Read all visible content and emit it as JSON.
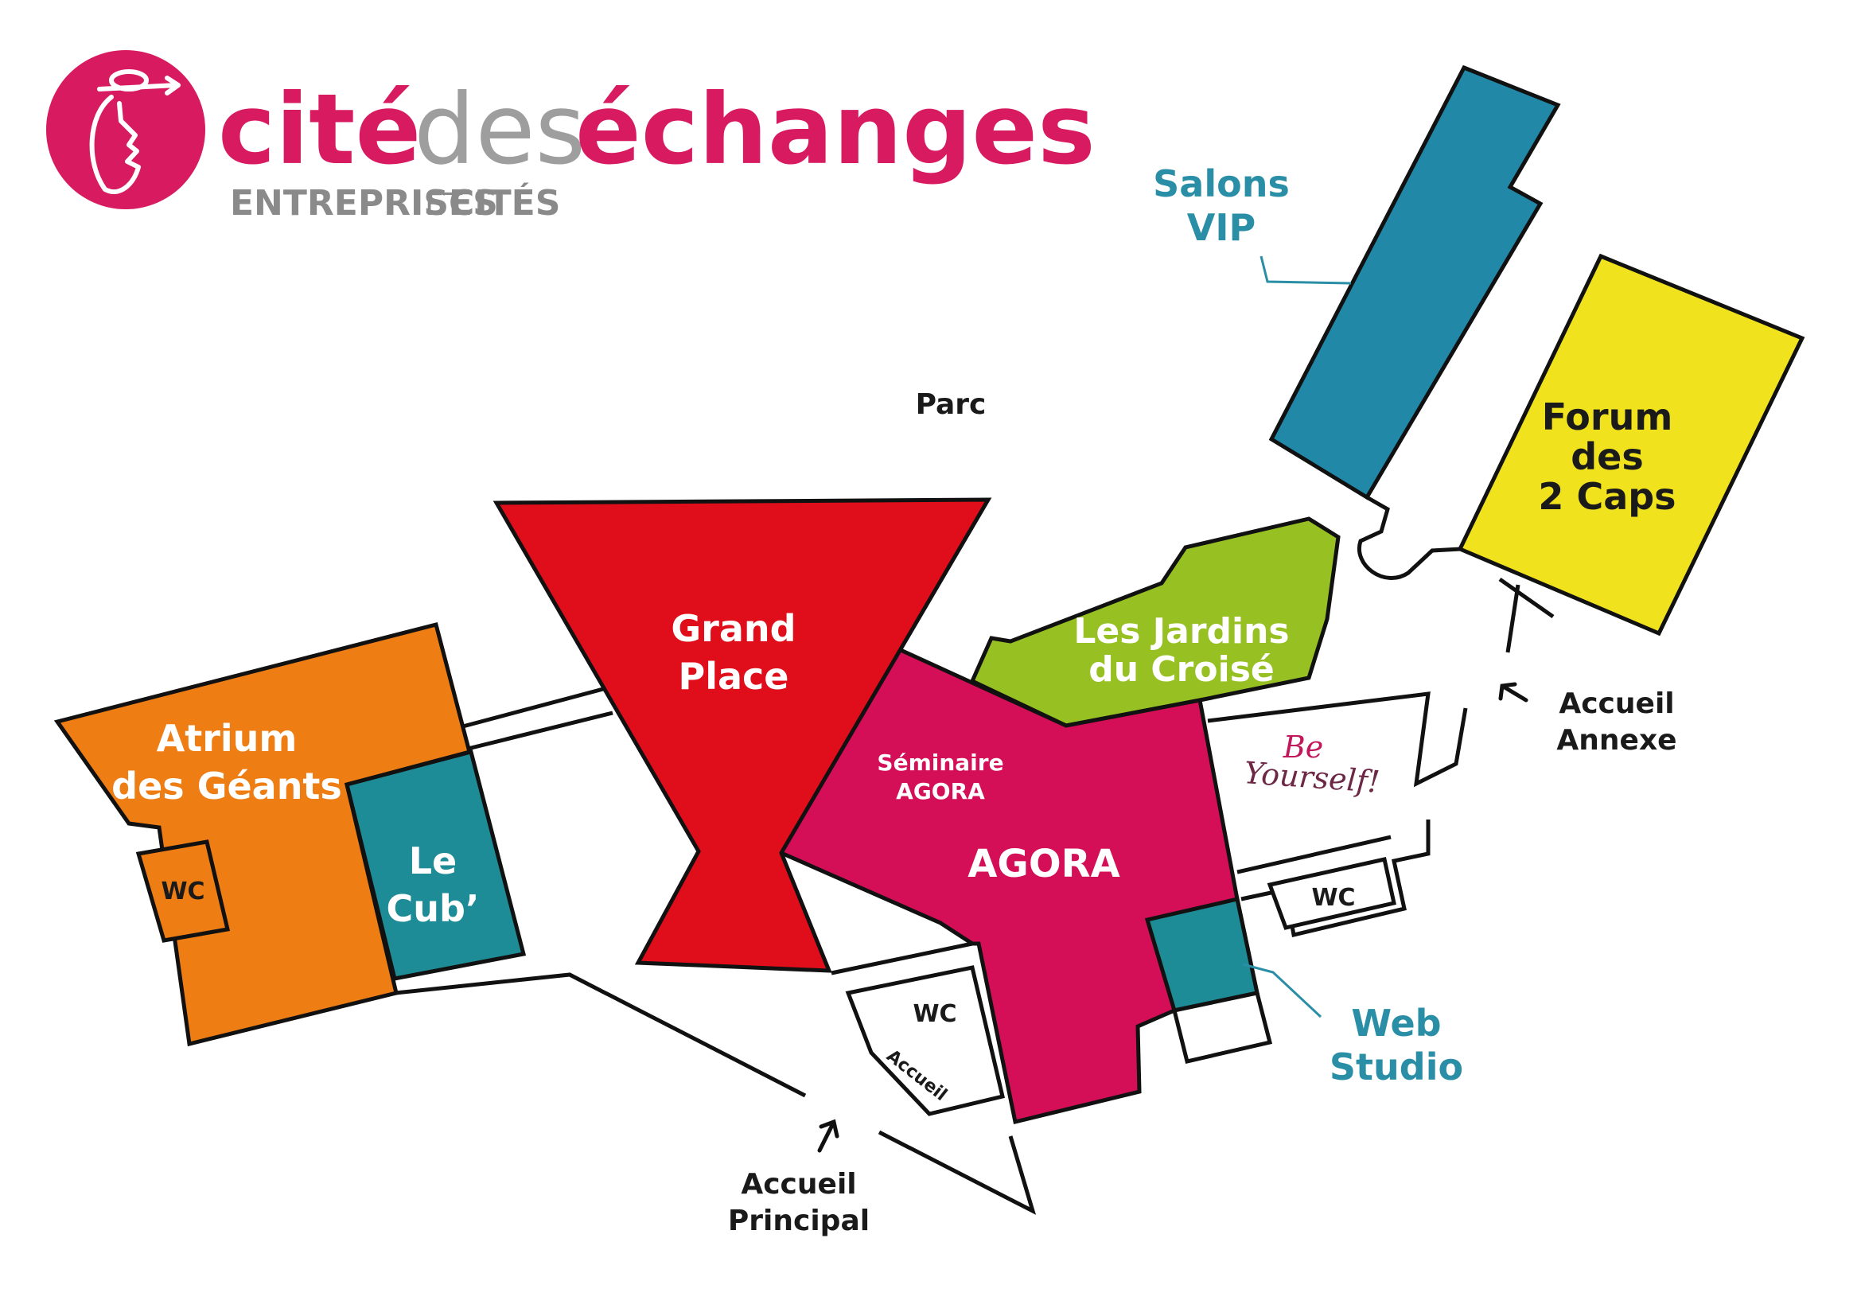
{
  "logo": {
    "word1": "cité",
    "word2": "des",
    "word3": "échanges",
    "tagline1": "ENTREPRISES",
    "tagline2": "ET",
    "tagline3": "CITÉS",
    "brand_color": "#d81b60",
    "grey_color": "#9e9e9e"
  },
  "rooms": {
    "atrium": {
      "line1": "Atrium",
      "line2": "des Géants",
      "color": "#ee7d14"
    },
    "lecub": {
      "line1": "Le",
      "line2": "Cub’",
      "color": "#1e8c96"
    },
    "grandplace": {
      "line1": "Grand",
      "line2": "Place",
      "color": "#e00d1a"
    },
    "agora": {
      "name": "AGORA",
      "color": "#d40f57"
    },
    "seminaire": {
      "line1": "Séminaire",
      "line2": "AGORA"
    },
    "jardins": {
      "line1": "Les Jardins",
      "line2": "du Croisé",
      "color": "#97c123"
    },
    "salons": {
      "line1": "Salons",
      "line2": "VIP",
      "color": "#2188a8"
    },
    "forum": {
      "line1": "Forum",
      "line2": "des",
      "line3": "2 Caps",
      "color": "#f0e21c"
    },
    "webstudio": {
      "line1": "Web",
      "line2": "Studio",
      "color": "#1e8c96"
    }
  },
  "labels": {
    "parc": "Parc",
    "wc": "WC",
    "accueil": "Accueil",
    "accueil_principal_1": "Accueil",
    "accueil_principal_2": "Principal",
    "accueil_annexe_1": "Accueil",
    "accueil_annexe_2": "Annexe",
    "be": "Be",
    "yourself": "Yourself!"
  },
  "label_colors": {
    "salons_label": "#2a8fa6",
    "webstudio_label": "#2a8fa6",
    "dark_text": "#1a1a1a",
    "white_text": "#ffffff",
    "be_color": "#c2185b",
    "yourself_color": "#6d2846"
  }
}
